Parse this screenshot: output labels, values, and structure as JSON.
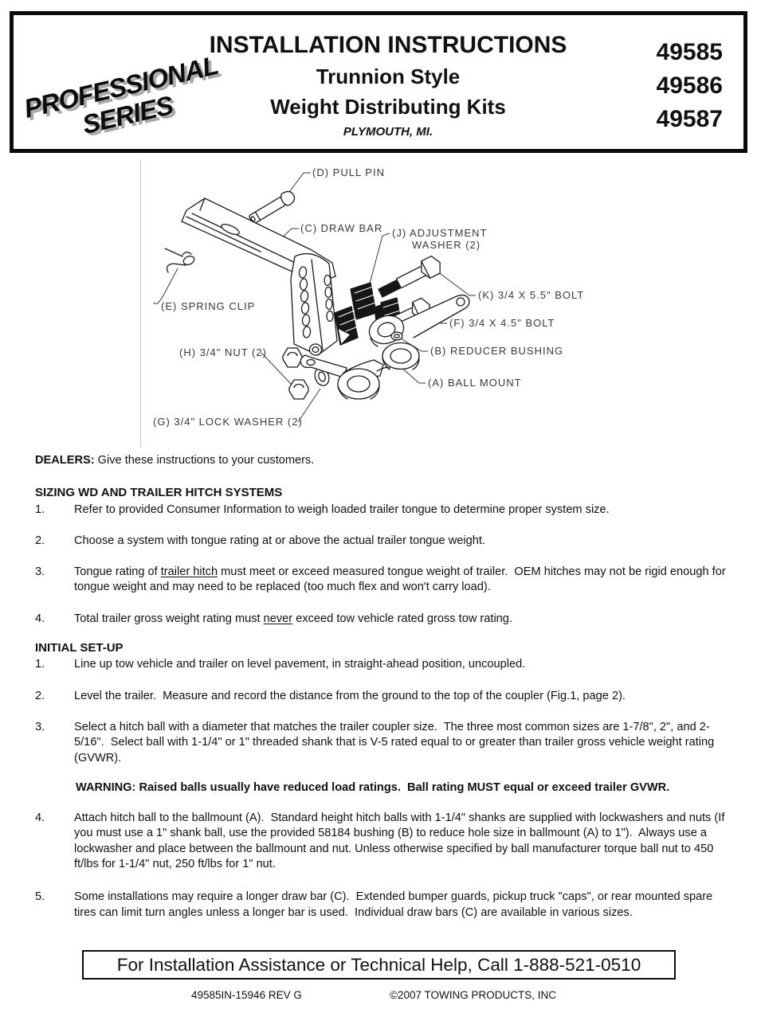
{
  "header": {
    "badge": {
      "line1": "PROFESSIONAL",
      "line2": "SERIES"
    },
    "title": "INSTALLATION INSTRUCTIONS",
    "subtitle1": "Trunnion Style",
    "subtitle2": "Weight Distributing Kits",
    "location": "PLYMOUTH, MI.",
    "part_numbers": [
      "49585",
      "49586",
      "49587"
    ]
  },
  "diagram": {
    "labels": {
      "d": "(D) PULL PIN",
      "c": "(C) DRAW BAR",
      "j1": "(J) ADJUSTMENT",
      "j2": "WASHER (2)",
      "k": "(K) 3/4 X 5.5\" BOLT",
      "f": "(F) 3/4 X 4.5\" BOLT",
      "b": "(B) REDUCER BUSHING",
      "a": "(A) BALL MOUNT",
      "e": "(E) SPRING CLIP",
      "h": "(H) 3/4\" NUT (2)",
      "g": "(G) 3/4\" LOCK WASHER (2)"
    }
  },
  "dealers": {
    "label": "DEALERS:",
    "text": " Give these instructions to your customers."
  },
  "sizing": {
    "heading": "SIZING WD AND TRAILER HITCH SYSTEMS",
    "items": [
      {
        "num": "1.",
        "pre": "Refer to provided Consumer Information to weigh loaded trailer tongue to determine proper system size.",
        "underlined": "",
        "post": ""
      },
      {
        "num": "2.",
        "pre": "Choose a system with tongue rating at or above the actual trailer tongue weight.",
        "underlined": "",
        "post": ""
      },
      {
        "num": "3.",
        "pre": "Tongue rating of ",
        "underlined": "trailer hitch",
        "post": " must meet or exceed measured tongue weight of trailer.  OEM hitches may not be rigid enough for tongue weight and may need to be replaced (too much flex and won't carry load)."
      },
      {
        "num": "4.",
        "pre": "Total trailer gross weight rating must ",
        "underlined": "never",
        "post": " exceed tow vehicle rated gross tow rating."
      }
    ]
  },
  "setup": {
    "heading": "INITIAL SET-UP",
    "warning": "WARNING: Raised balls usually have reduced load ratings.  Ball rating MUST equal or exceed trailer GVWR.",
    "items": [
      {
        "num": "1.",
        "text": "Line up tow vehicle and trailer on level pavement, in straight-ahead position, uncoupled."
      },
      {
        "num": "2.",
        "text": "Level the trailer.  Measure and record the distance from the ground to the top of the coupler (Fig.1, page 2)."
      },
      {
        "num": "3.",
        "text": "Select a hitch ball with a diameter that matches the trailer coupler size.  The three most common sizes are 1-7/8\", 2\", and 2-5/16\".  Select ball with 1-1/4\" or 1\" threaded shank that is V-5 rated equal to or greater than trailer gross vehicle weight rating (GVWR)."
      },
      {
        "num": "4.",
        "text": "Attach hitch ball to the ballmount (A).  Standard height hitch balls with 1-1/4\" shanks are supplied with lockwashers and nuts (If you must use a 1\" shank ball, use the provided 58184 bushing (B) to reduce hole size in ballmount (A) to 1\").  Always use a lockwasher and place between the ballmount and nut. Unless otherwise specified by ball manufacturer torque ball nut to 450 ft/lbs for 1-1/4\" nut, 250 ft/lbs for 1\" nut."
      },
      {
        "num": "5.",
        "text": "Some installations may require a longer draw bar (C).  Extended bumper guards, pickup truck \"caps\", or rear mounted spare tires can limit turn angles unless a longer bar is used.  Individual draw bars (C) are available in various sizes."
      }
    ]
  },
  "footer": {
    "help_line": "For Installation Assistance or Technical Help, Call 1-888-521-0510",
    "doc_number": "49585IN-15946 REV G",
    "copyright": "©2007 TOWING PRODUCTS, INC"
  }
}
